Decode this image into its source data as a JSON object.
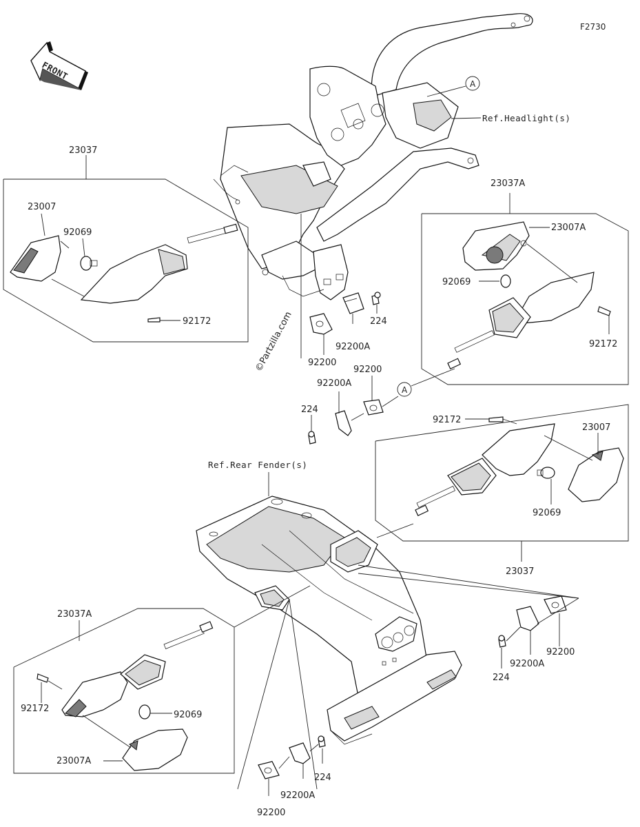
{
  "diagram": {
    "figure_code": "F2730",
    "front_label": "FRONT",
    "watermark": "©Partzilla.com",
    "ref_headlight": "Ref.Headlight(s)",
    "ref_rear_fender": "Ref.Rear Fender(s)",
    "callout_a": "A",
    "parts": {
      "turn_signal_assy_left_front_top": "23037",
      "lens_front_left": "23007",
      "bulb_front_left": "92069",
      "screw_front_left": "92172",
      "turn_signal_assy_right_front": "23037A",
      "lens_front_right": "23007A",
      "bulb_front_right": "92069",
      "screw_front_right": "92172",
      "washer_upper": "92200",
      "bracket_upper": "92200A",
      "bolt_upper": "224",
      "bracket_mid": "92200A",
      "washer_mid": "92200",
      "bolt_mid": "224",
      "screw_rear_right": "92172",
      "lens_rear_right": "23007",
      "bulb_rear_right": "92069",
      "turn_signal_assy_rear_right": "23037",
      "turn_signal_assy_rear_left": "23037A",
      "screw_rear_left": "92172",
      "bulb_rear_left": "92069",
      "lens_rear_left": "23007A",
      "bracket_right_lower": "92200A",
      "washer_right_lower": "92200",
      "bolt_right_lower": "224",
      "bolt_bottom": "224",
      "bracket_bottom": "92200A",
      "washer_bottom": "92200"
    }
  }
}
